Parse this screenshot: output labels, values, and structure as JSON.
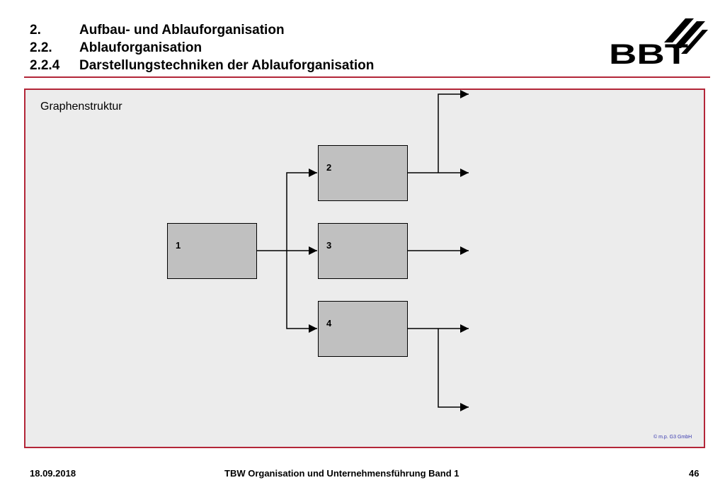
{
  "header": {
    "lines": [
      {
        "num": "2.",
        "text": "Aufbau- und Ablauforganisation"
      },
      {
        "num": "2.2.",
        "text": "Ablauforganisation"
      },
      {
        "num": "2.2.4",
        "text": "Darstellungstechniken der Ablauforganisation"
      }
    ],
    "logo_text": "BBT"
  },
  "diagram": {
    "title": "Graphenstruktur",
    "nodes": [
      {
        "label": "1"
      },
      {
        "label": "2"
      },
      {
        "label": "3"
      },
      {
        "label": "4"
      }
    ],
    "copyright": "© m.p. G3 GmbH"
  },
  "footer": {
    "date": "18.09.2018",
    "title": "TBW Organisation und Unternehmensführung Band 1",
    "page": "46"
  },
  "colors": {
    "accent": "#b32638",
    "node_fill": "#c0c0c0",
    "frame_fill": "#ececec"
  }
}
